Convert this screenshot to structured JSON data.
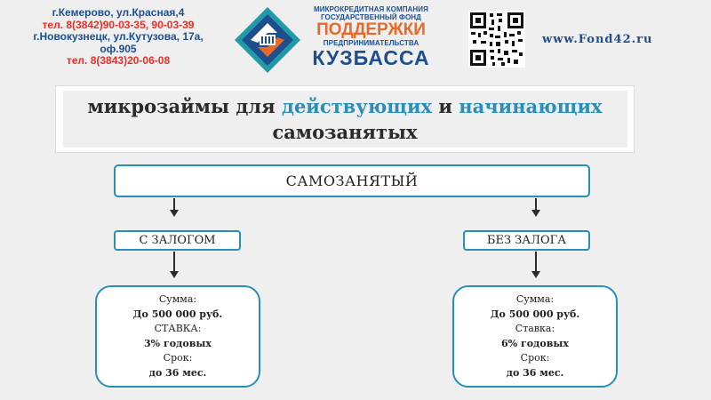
{
  "header": {
    "address1": "г.Кемерово, ул.Красная,4",
    "phone1": "тел. 8(3842)90-03-35, 90-03-39",
    "address2_line1": "г.Новокузнецк, ул.Кутузова, 17а,",
    "address2_line2": "оф.905",
    "phone2": "тел. 8(3843)20-06-08",
    "logo": {
      "line1": "МИКРОКРЕДИТНАЯ КОМПАНИЯ",
      "line2": "ГОСУДАРСТВЕННЫЙ ФОНД",
      "line3": "ПОДДЕРЖКИ",
      "line4": "ПРЕДПРИНИМАТЕЛЬСТВА",
      "line5": "КУЗБАССА"
    },
    "website": "www.Fond42.ru"
  },
  "title": {
    "part1": "микрозаймы для ",
    "highlight1": "действующих",
    "part2": " и ",
    "highlight2": "начинающих",
    "line2": "самозанятых"
  },
  "main_node": "САМОЗАНЯТЫЙ",
  "options": [
    {
      "label": "С ЗАЛОГОМ",
      "sum_label": "Сумма:",
      "sum_value": "До 500 000 руб.",
      "rate_label": "СТАВКА:",
      "rate_value": "3% годовых",
      "term_label": "Срок:",
      "term_value": "до 36 мес."
    },
    {
      "label": "БЕЗ ЗАЛОГА",
      "sum_label": "Сумма:",
      "sum_value": "До 500 000 руб.",
      "rate_label": "Ставка:",
      "rate_value": "6% годовых",
      "term_label": "Срок:",
      "term_value": "до 36 мес."
    }
  ],
  "colors": {
    "accent": "#2a8fb8",
    "brand_blue": "#1d4f8f",
    "phone_red": "#e2322a",
    "logo_orange": "#e8692a"
  }
}
